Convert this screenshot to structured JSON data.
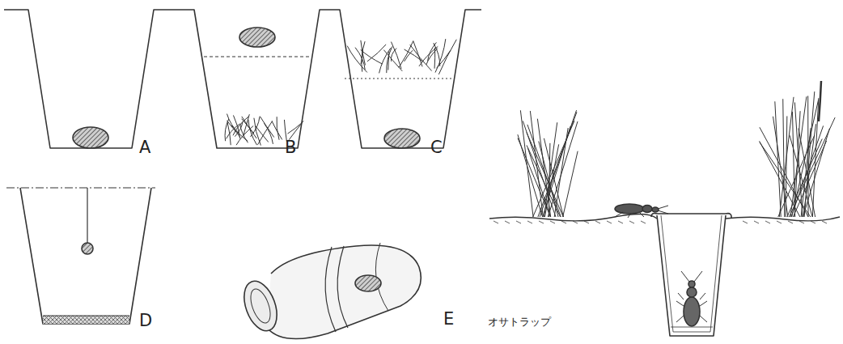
{
  "diagram": {
    "labels": [
      "A",
      "B",
      "C",
      "D",
      "E",
      "オサトラップ"
    ]
  }
}
